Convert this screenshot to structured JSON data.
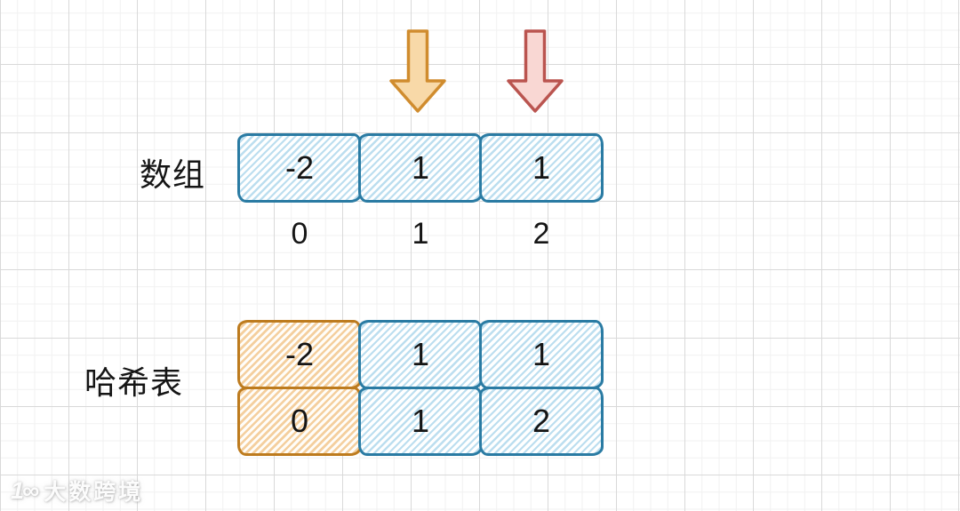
{
  "diagram": {
    "array_section": {
      "label": "数组",
      "cells": [
        "-2",
        "1",
        "1"
      ],
      "indices": [
        "0",
        "1",
        "2"
      ]
    },
    "hash_section": {
      "label": "哈希表",
      "rows": [
        [
          "-2",
          "1",
          "1"
        ],
        [
          "0",
          "1",
          "2"
        ]
      ]
    },
    "arrows": {
      "orange": {
        "name": "orange-down-arrow",
        "fill": "#f8d9a8",
        "stroke": "#d08c2e",
        "points_to_index": "1"
      },
      "pink": {
        "name": "pink-down-arrow",
        "fill": "#f9d7d3",
        "stroke": "#ba544f",
        "points_to_index": "2"
      }
    }
  },
  "watermark": {
    "logo": "1∞",
    "text": "大数跨境"
  },
  "colors": {
    "blue_border": "#2a7ba3",
    "blue_hatch": "#bcdeef",
    "orange_border": "#bd7b1e",
    "orange_hatch": "#f4cf9e",
    "grid_minor": "#f1f1f1",
    "grid_major": "#d9d9d9",
    "text": "#151515"
  }
}
